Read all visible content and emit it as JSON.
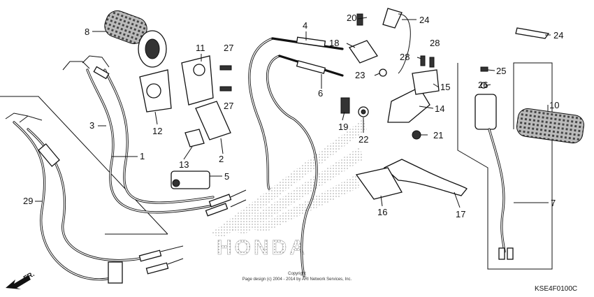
{
  "diagram_code": "KSE4F0100C",
  "copyright_line1": "Copyright",
  "copyright_line2": "Page design (c) 2004 - 2014 by ARI Network Services, Inc.",
  "front_label": "FR.",
  "watermark_text": "HONDA",
  "callouts": [
    {
      "id": "1",
      "label": "1"
    },
    {
      "id": "2",
      "label": "2"
    },
    {
      "id": "3",
      "label": "3"
    },
    {
      "id": "4",
      "label": "4"
    },
    {
      "id": "5",
      "label": "5"
    },
    {
      "id": "6",
      "label": "6"
    },
    {
      "id": "7",
      "label": "7"
    },
    {
      "id": "8",
      "label": "8"
    },
    {
      "id": "10",
      "label": "10"
    },
    {
      "id": "11",
      "label": "11"
    },
    {
      "id": "12",
      "label": "12"
    },
    {
      "id": "13",
      "label": "13"
    },
    {
      "id": "14",
      "label": "14"
    },
    {
      "id": "15",
      "label": "15"
    },
    {
      "id": "16",
      "label": "16"
    },
    {
      "id": "17",
      "label": "17"
    },
    {
      "id": "18",
      "label": "18"
    },
    {
      "id": "19",
      "label": "19"
    },
    {
      "id": "20",
      "label": "20"
    },
    {
      "id": "21",
      "label": "21"
    },
    {
      "id": "22",
      "label": "22"
    },
    {
      "id": "23",
      "label": "23"
    },
    {
      "id": "24a",
      "label": "24"
    },
    {
      "id": "24b",
      "label": "24"
    },
    {
      "id": "25",
      "label": "25"
    },
    {
      "id": "26",
      "label": "26"
    },
    {
      "id": "27a",
      "label": "27"
    },
    {
      "id": "27b",
      "label": "27"
    },
    {
      "id": "28a",
      "label": "28"
    },
    {
      "id": "28b",
      "label": "28"
    },
    {
      "id": "29",
      "label": "29"
    }
  ]
}
